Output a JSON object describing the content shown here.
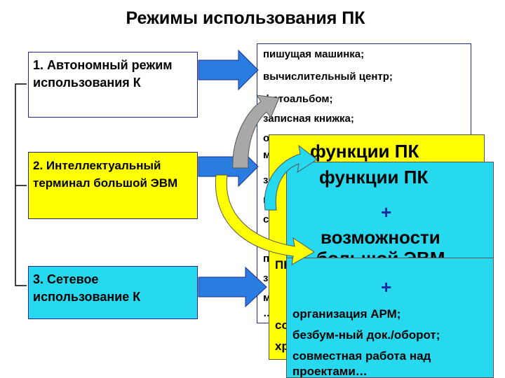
{
  "title": "Режимы использования ПК",
  "modes": [
    {
      "text": "1. Автономный режим использования К"
    },
    {
      "text": "2. Интеллектуальный терминал большой ЭВМ"
    },
    {
      "text": "3. Сетевое использование К"
    }
  ],
  "functions_list": [
    "пишущая машинка;",
    "вычислительный центр;",
    "фотоальбом;",
    "записная книжка;",
    "о",
    "м",
    "з",
    "в",
    "с",
    "п",
    "з",
    "м",
    "…"
  ],
  "yellow_box": {
    "heading": "функции ПК",
    "lines": [
      "ПК",
      "сов",
      "хр"
    ]
  },
  "cyan_box_1": {
    "heading": "функции ПК",
    "plus": "+",
    "line1": "возможности",
    "line2": "большой ЭВМ"
  },
  "cyan_box_2": {
    "plus": "+",
    "lines": [
      "организация АРМ;",
      "безбум-ный док./оборот;",
      "совместная работа над",
      "проектами…"
    ]
  },
  "colors": {
    "mode_border": "#1f2a8a",
    "yellow": "#ffff00",
    "cyan": "#27d9ef",
    "arrow_blue": "#2a7de0",
    "curve_gray": "#a8a8a8",
    "plus_blue": "#1a2aa0"
  }
}
